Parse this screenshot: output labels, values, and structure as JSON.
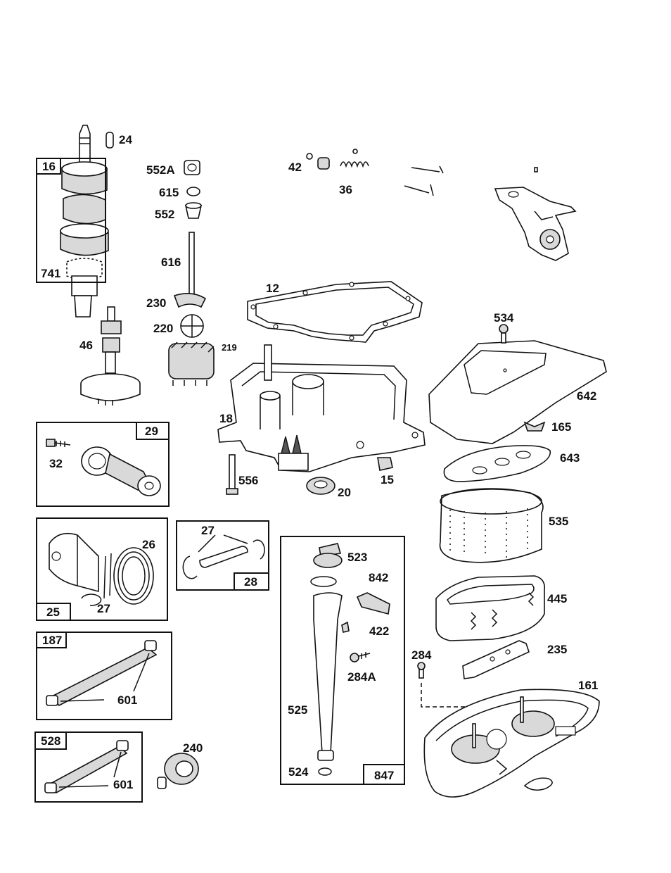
{
  "labels": {
    "p24": "24",
    "p16": "16",
    "p552A": "552A",
    "p615": "615",
    "p552": "552",
    "p42": "42",
    "p36": "36",
    "p616": "616",
    "p741": "741",
    "p12": "12",
    "p230": "230",
    "p220": "220",
    "p219": "219",
    "p46": "46",
    "p534": "534",
    "p642": "642",
    "p18": "18",
    "p29": "29",
    "p32": "32",
    "p165": "165",
    "p643": "643",
    "p556": "556",
    "p15": "15",
    "p20": "20",
    "p27a": "27",
    "p26": "26",
    "p28": "28",
    "p25": "25",
    "p27b": "27",
    "p523": "523",
    "p842": "842",
    "p422": "422",
    "p535": "535",
    "p445": "445",
    "p187": "187",
    "p601a": "601",
    "p284A": "284A",
    "p284": "284",
    "p235": "235",
    "p161": "161",
    "p525": "525",
    "p528": "528",
    "p240": "240",
    "p601b": "601",
    "p524": "524",
    "p847": "847"
  }
}
